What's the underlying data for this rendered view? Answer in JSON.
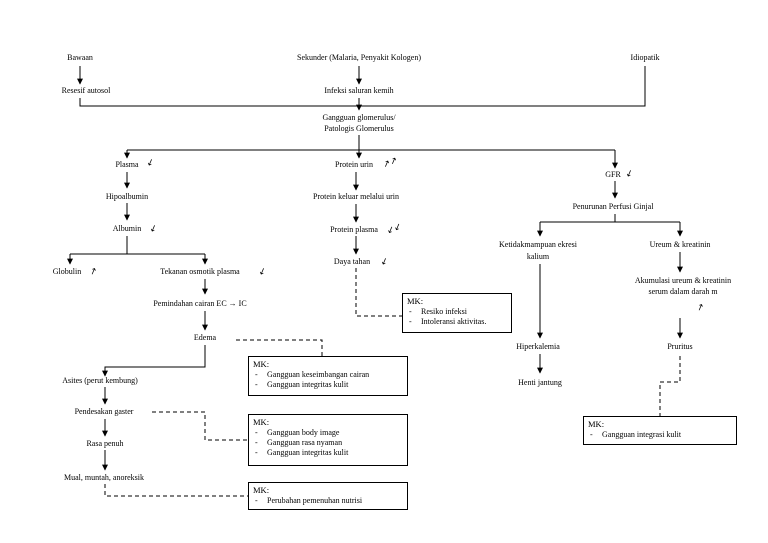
{
  "nodes": {
    "bawaan": "Bawaan",
    "sekunder": "Sekunder (Malaria, Penyakit Kologen)",
    "idiopatik": "Idiopatik",
    "resesif": "Resesif autosol",
    "infeksi": "Infeksi saluran kemih",
    "gangguan_glom_1": "Gangguan glomerulus/",
    "gangguan_glom_2": "Patologis Glomerulus",
    "plasma": "Plasma",
    "hipoalbumin": "Hipoalbumin",
    "albumin": "Albumin",
    "globulin": "Globulin",
    "tekanan": "Tekanan osmotik plasma",
    "pemindahan": "Pemindahan cairan EC → IC",
    "edema": "Edema",
    "asites": "Asites (perut kembung)",
    "pendesakan": "Pendesakan gaster",
    "rasa_penuh": "Rasa penuh",
    "mual": "Mual, muntah, anoreksik",
    "protein_urin": "Protein urin",
    "protein_keluar": "Protein keluar melalui urin",
    "protein_plasma": "Protein plasma",
    "daya_tahan": "Daya tahan",
    "gfr": "GFR",
    "penurunan": "Penurunan Perfusi Ginjal",
    "ketidak_1": "Ketidakmampuan ekresi",
    "ketidak_2": "kalium",
    "hiperkalemia": "Hiperkalemia",
    "henti": "Henti jantung",
    "ureum": "Ureum & kreatinin",
    "akumulasi_1": "Akumulasi ureum & kreatinin",
    "akumulasi_2": "serum dalam darah m",
    "pruritus": "Pruritus"
  },
  "indicators": {
    "down": "↙",
    "up": "↗",
    "double_up": "↗↗",
    "double_down": "↙↙"
  },
  "boxes": {
    "infeksi": {
      "title": "MK:",
      "items": [
        "Resiko infeksi",
        "Intoleransi aktivitas."
      ]
    },
    "cairan": {
      "title": "MK:",
      "items": [
        "Gangguan keseimbangan cairan",
        "Gangguan integritas kulit"
      ]
    },
    "body": {
      "title": "MK:",
      "items": [
        "Gangguan body image",
        "Gangguan rasa nyaman",
        "Gangguan integritas kulit"
      ]
    },
    "nutrisi": {
      "title": "MK:",
      "items": [
        "Perubahan pemenuhan nutrisi"
      ]
    },
    "kulit": {
      "title": "MK:",
      "items": [
        "Gangguan integrasi kulit"
      ]
    }
  }
}
